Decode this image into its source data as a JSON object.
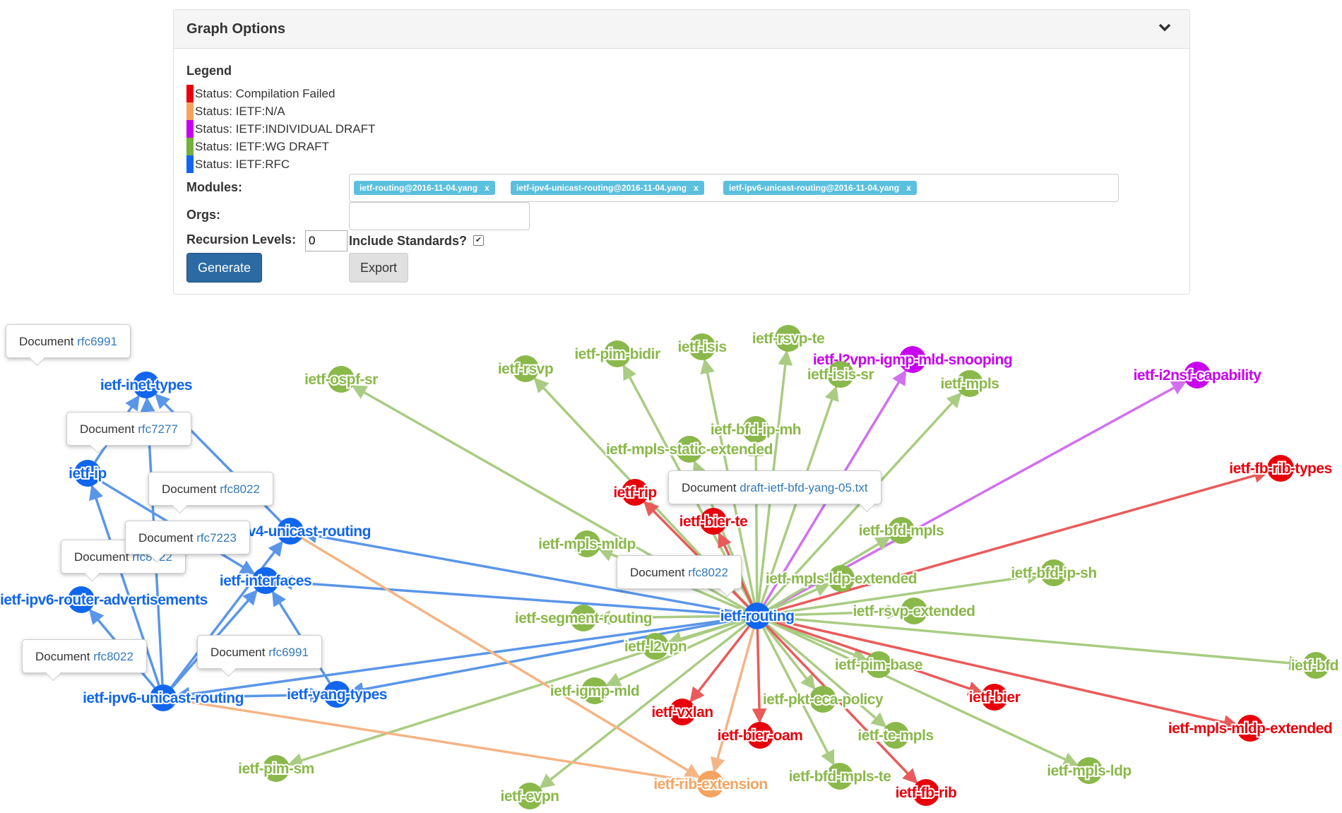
{
  "panel": {
    "title": "Graph Options",
    "collapse_icon": "chevron-down-icon"
  },
  "legend": {
    "title": "Legend",
    "items": [
      {
        "label": "Status: Compilation Failed",
        "color": "#e8000b"
      },
      {
        "label": "Status: IETF:N/A",
        "color": "#f4a460"
      },
      {
        "label": "Status: IETF:INDIVIDUAL DRAFT",
        "color": "#c800f0"
      },
      {
        "label": "Status: IETF:WG DRAFT",
        "color": "#72b13a"
      },
      {
        "label": "Status: IETF:RFC",
        "color": "#1166ee"
      }
    ]
  },
  "form": {
    "modules_label": "Modules:",
    "modules": [
      "ietf-routing@2016-11-04.yang",
      "ietf-ipv4-unicast-routing@2016-11-04.yang",
      "ietf-ipv6-unicast-routing@2016-11-04.yang"
    ],
    "remove_glyph": "x",
    "orgs_label": "Orgs:",
    "recursion_label": "Recursion Levels:",
    "recursion_value": "0",
    "include_label": "Include Standards?",
    "include_checked": true,
    "generate_label": "Generate",
    "export_label": "Export"
  },
  "graph": {
    "colors": {
      "rfc": "#1166ee",
      "wg": "#8ab84a",
      "ind": "#c800f0",
      "failed": "#e8000b",
      "na": "#f4a460",
      "edge_rfc": "#5a96e8",
      "edge_wg": "#a9cc82",
      "edge_ind": "#d070ef",
      "edge_failed": "#ea5a5a",
      "edge_na": "#f4b484"
    },
    "nodes": [
      {
        "id": "ietf-routing",
        "label": "ietf-routing",
        "status": "rfc"
      },
      {
        "id": "ietf-inet-types",
        "label": "ietf-inet-types",
        "status": "rfc"
      },
      {
        "id": "ietf-ip",
        "label": "ietf-ip",
        "status": "rfc"
      },
      {
        "id": "ietf-ipv4-unicast-routing",
        "label": "ietf-ipv4-unicast-routing",
        "status": "rfc"
      },
      {
        "id": "ietf-interfaces",
        "label": "ietf-interfaces",
        "status": "rfc"
      },
      {
        "id": "ietf-ipv6-router-advertisements",
        "label": "ietf-ipv6-router-advertisements",
        "status": "rfc"
      },
      {
        "id": "ietf-ipv6-unicast-routing",
        "label": "ietf-ipv6-unicast-routing",
        "status": "rfc"
      },
      {
        "id": "ietf-yang-types",
        "label": "ietf-yang-types",
        "status": "rfc"
      },
      {
        "id": "ietf-ospf-sr",
        "label": "ietf-ospf-sr",
        "status": "wg"
      },
      {
        "id": "ietf-rsvp",
        "label": "ietf-rsvp",
        "status": "wg"
      },
      {
        "id": "ietf-pim-bidir",
        "label": "ietf-pim-bidir",
        "status": "wg"
      },
      {
        "id": "ietf-isis",
        "label": "ietf-isis",
        "status": "wg"
      },
      {
        "id": "ietf-rsvp-te",
        "label": "ietf-rsvp-te",
        "status": "wg"
      },
      {
        "id": "ietf-l2vpn-igmp-mld-snooping",
        "label": "ietf-l2vpn-igmp-mld-snooping",
        "status": "ind"
      },
      {
        "id": "ietf-isis-sr",
        "label": "ietf-isis-sr",
        "status": "wg"
      },
      {
        "id": "ietf-mpls",
        "label": "ietf-mpls",
        "status": "wg"
      },
      {
        "id": "ietf-i2nsf-capability",
        "label": "ietf-i2nsf-capability",
        "status": "ind"
      },
      {
        "id": "ietf-bfd-ip-mh",
        "label": "ietf-bfd-ip-mh",
        "status": "wg"
      },
      {
        "id": "ietf-mpls-static-extended",
        "label": "ietf-mpls-static-extended",
        "status": "wg"
      },
      {
        "id": "ietf-fb-rib-types",
        "label": "ietf-fb-rib-types",
        "status": "failed"
      },
      {
        "id": "ietf-rip",
        "label": "ietf-rip",
        "status": "failed"
      },
      {
        "id": "ietf-bier-te",
        "label": "ietf-bier-te",
        "status": "failed"
      },
      {
        "id": "ietf-bfd-mpls",
        "label": "ietf-bfd-mpls",
        "status": "wg"
      },
      {
        "id": "ietf-mpls-mldp",
        "label": "ietf-mpls-mldp",
        "status": "wg"
      },
      {
        "id": "ietf-mpls-ldp-extended",
        "label": "ietf-mpls-ldp-extended",
        "status": "wg"
      },
      {
        "id": "ietf-bfd-ip-sh",
        "label": "ietf-bfd-ip-sh",
        "status": "wg"
      },
      {
        "id": "ietf-rsvp-extended",
        "label": "ietf-rsvp-extended",
        "status": "wg"
      },
      {
        "id": "ietf-segment-routing",
        "label": "ietf-segment-routing",
        "status": "wg"
      },
      {
        "id": "ietf-l2vpn",
        "label": "ietf-l2vpn",
        "status": "wg"
      },
      {
        "id": "ietf-bfd",
        "label": "ietf-bfd",
        "status": "wg"
      },
      {
        "id": "ietf-pim-base",
        "label": "ietf-pim-base",
        "status": "wg"
      },
      {
        "id": "ietf-bier",
        "label": "ietf-bier",
        "status": "failed"
      },
      {
        "id": "ietf-igmp-mld",
        "label": "ietf-igmp-mld",
        "status": "wg"
      },
      {
        "id": "ietf-pkt-eca-policy",
        "label": "ietf-pkt-eca-policy",
        "status": "wg"
      },
      {
        "id": "ietf-mpls-mldp-extended",
        "label": "ietf-mpls-mldp-extended",
        "status": "failed"
      },
      {
        "id": "ietf-vxlan",
        "label": "ietf-vxlan",
        "status": "failed"
      },
      {
        "id": "ietf-bier-oam",
        "label": "ietf-bier-oam",
        "status": "failed"
      },
      {
        "id": "ietf-te-mpls",
        "label": "ietf-te-mpls",
        "status": "wg"
      },
      {
        "id": "ietf-pim-sm",
        "label": "ietf-pim-sm",
        "status": "wg"
      },
      {
        "id": "ietf-rib-extension",
        "label": "ietf-rib-extension",
        "status": "na"
      },
      {
        "id": "ietf-bfd-mpls-te",
        "label": "ietf-bfd-mpls-te",
        "status": "wg"
      },
      {
        "id": "ietf-mpls-ldp",
        "label": "ietf-mpls-ldp",
        "status": "wg"
      },
      {
        "id": "ietf-fb-rib",
        "label": "ietf-fb-rib",
        "status": "failed"
      },
      {
        "id": "ietf-evpn",
        "label": "ietf-evpn",
        "status": "wg"
      }
    ],
    "edges": [
      [
        "ietf-routing",
        "ietf-ospf-sr",
        "wg"
      ],
      [
        "ietf-routing",
        "ietf-rsvp",
        "wg"
      ],
      [
        "ietf-routing",
        "ietf-pim-bidir",
        "wg"
      ],
      [
        "ietf-routing",
        "ietf-isis",
        "wg"
      ],
      [
        "ietf-routing",
        "ietf-rsvp-te",
        "wg"
      ],
      [
        "ietf-routing",
        "ietf-l2vpn-igmp-mld-snooping",
        "ind"
      ],
      [
        "ietf-routing",
        "ietf-isis-sr",
        "wg"
      ],
      [
        "ietf-routing",
        "ietf-mpls",
        "wg"
      ],
      [
        "ietf-routing",
        "ietf-i2nsf-capability",
        "ind"
      ],
      [
        "ietf-routing",
        "ietf-bfd-ip-mh",
        "wg"
      ],
      [
        "ietf-routing",
        "ietf-mpls-static-extended",
        "wg"
      ],
      [
        "ietf-routing",
        "ietf-fb-rib-types",
        "failed"
      ],
      [
        "ietf-routing",
        "ietf-rip",
        "failed"
      ],
      [
        "ietf-routing",
        "ietf-bier-te",
        "failed"
      ],
      [
        "ietf-routing",
        "ietf-bfd-mpls",
        "wg"
      ],
      [
        "ietf-routing",
        "ietf-mpls-mldp",
        "wg"
      ],
      [
        "ietf-routing",
        "ietf-mpls-ldp-extended",
        "wg"
      ],
      [
        "ietf-routing",
        "ietf-bfd-ip-sh",
        "wg"
      ],
      [
        "ietf-routing",
        "ietf-rsvp-extended",
        "wg"
      ],
      [
        "ietf-routing",
        "ietf-segment-routing",
        "wg"
      ],
      [
        "ietf-routing",
        "ietf-l2vpn",
        "wg"
      ],
      [
        "ietf-routing",
        "ietf-bfd",
        "wg"
      ],
      [
        "ietf-routing",
        "ietf-pim-base",
        "wg"
      ],
      [
        "ietf-routing",
        "ietf-bier",
        "failed"
      ],
      [
        "ietf-routing",
        "ietf-igmp-mld",
        "wg"
      ],
      [
        "ietf-routing",
        "ietf-pkt-eca-policy",
        "wg"
      ],
      [
        "ietf-routing",
        "ietf-mpls-mldp-extended",
        "failed"
      ],
      [
        "ietf-routing",
        "ietf-vxlan",
        "failed"
      ],
      [
        "ietf-routing",
        "ietf-bier-oam",
        "failed"
      ],
      [
        "ietf-routing",
        "ietf-te-mpls",
        "wg"
      ],
      [
        "ietf-routing",
        "ietf-pim-sm",
        "wg"
      ],
      [
        "ietf-routing",
        "ietf-rib-extension",
        "na"
      ],
      [
        "ietf-routing",
        "ietf-bfd-mpls-te",
        "wg"
      ],
      [
        "ietf-routing",
        "ietf-mpls-ldp",
        "wg"
      ],
      [
        "ietf-routing",
        "ietf-fb-rib",
        "failed"
      ],
      [
        "ietf-routing",
        "ietf-evpn",
        "wg"
      ],
      [
        "ietf-routing",
        "ietf-ipv4-unicast-routing",
        "rfc"
      ],
      [
        "ietf-routing",
        "ietf-interfaces",
        "rfc"
      ],
      [
        "ietf-routing",
        "ietf-ipv6-unicast-routing",
        "rfc"
      ],
      [
        "ietf-routing",
        "ietf-yang-types",
        "rfc"
      ],
      [
        "ietf-ipv4-unicast-routing",
        "ietf-rib-extension",
        "na"
      ],
      [
        "ietf-ipv6-unicast-routing",
        "ietf-rib-extension",
        "na"
      ],
      [
        "ietf-ip",
        "ietf-inet-types",
        "rfc"
      ],
      [
        "ietf-ip",
        "ietf-interfaces",
        "rfc"
      ],
      [
        "ietf-ipv6-unicast-routing",
        "ietf-inet-types",
        "rfc"
      ],
      [
        "ietf-ipv6-unicast-routing",
        "ietf-ip",
        "rfc"
      ],
      [
        "ietf-ipv6-unicast-routing",
        "ietf-ipv6-router-advertisements",
        "rfc"
      ],
      [
        "ietf-ipv6-unicast-routing",
        "ietf-interfaces",
        "rfc"
      ],
      [
        "ietf-yang-types",
        "ietf-interfaces",
        "rfc"
      ],
      [
        "ietf-ipv6-unicast-routing",
        "ietf-ipv4-unicast-routing",
        "rfc"
      ],
      [
        "ietf-ipv4-unicast-routing",
        "ietf-inet-types",
        "rfc"
      ],
      [
        "ietf-ipv6-unicast-routing",
        "ietf-yang-types",
        "rfc"
      ]
    ]
  },
  "tooltips": [
    {
      "prefix": "Document ",
      "link": "rfc6991"
    },
    {
      "prefix": "Document ",
      "link": "rfc7277"
    },
    {
      "prefix": "Document ",
      "link": "rfc8022"
    },
    {
      "prefix": "Document ",
      "link": "rfc7223"
    },
    {
      "prefix": "Document ",
      "link": "rfc8022"
    },
    {
      "prefix": "Document ",
      "link": "rfc8022"
    },
    {
      "prefix": "Document ",
      "link": "rfc6991"
    },
    {
      "prefix": "Document ",
      "link": "draft-ietf-bfd-yang-05.txt"
    },
    {
      "prefix": "Document ",
      "link": "rfc8022"
    }
  ]
}
